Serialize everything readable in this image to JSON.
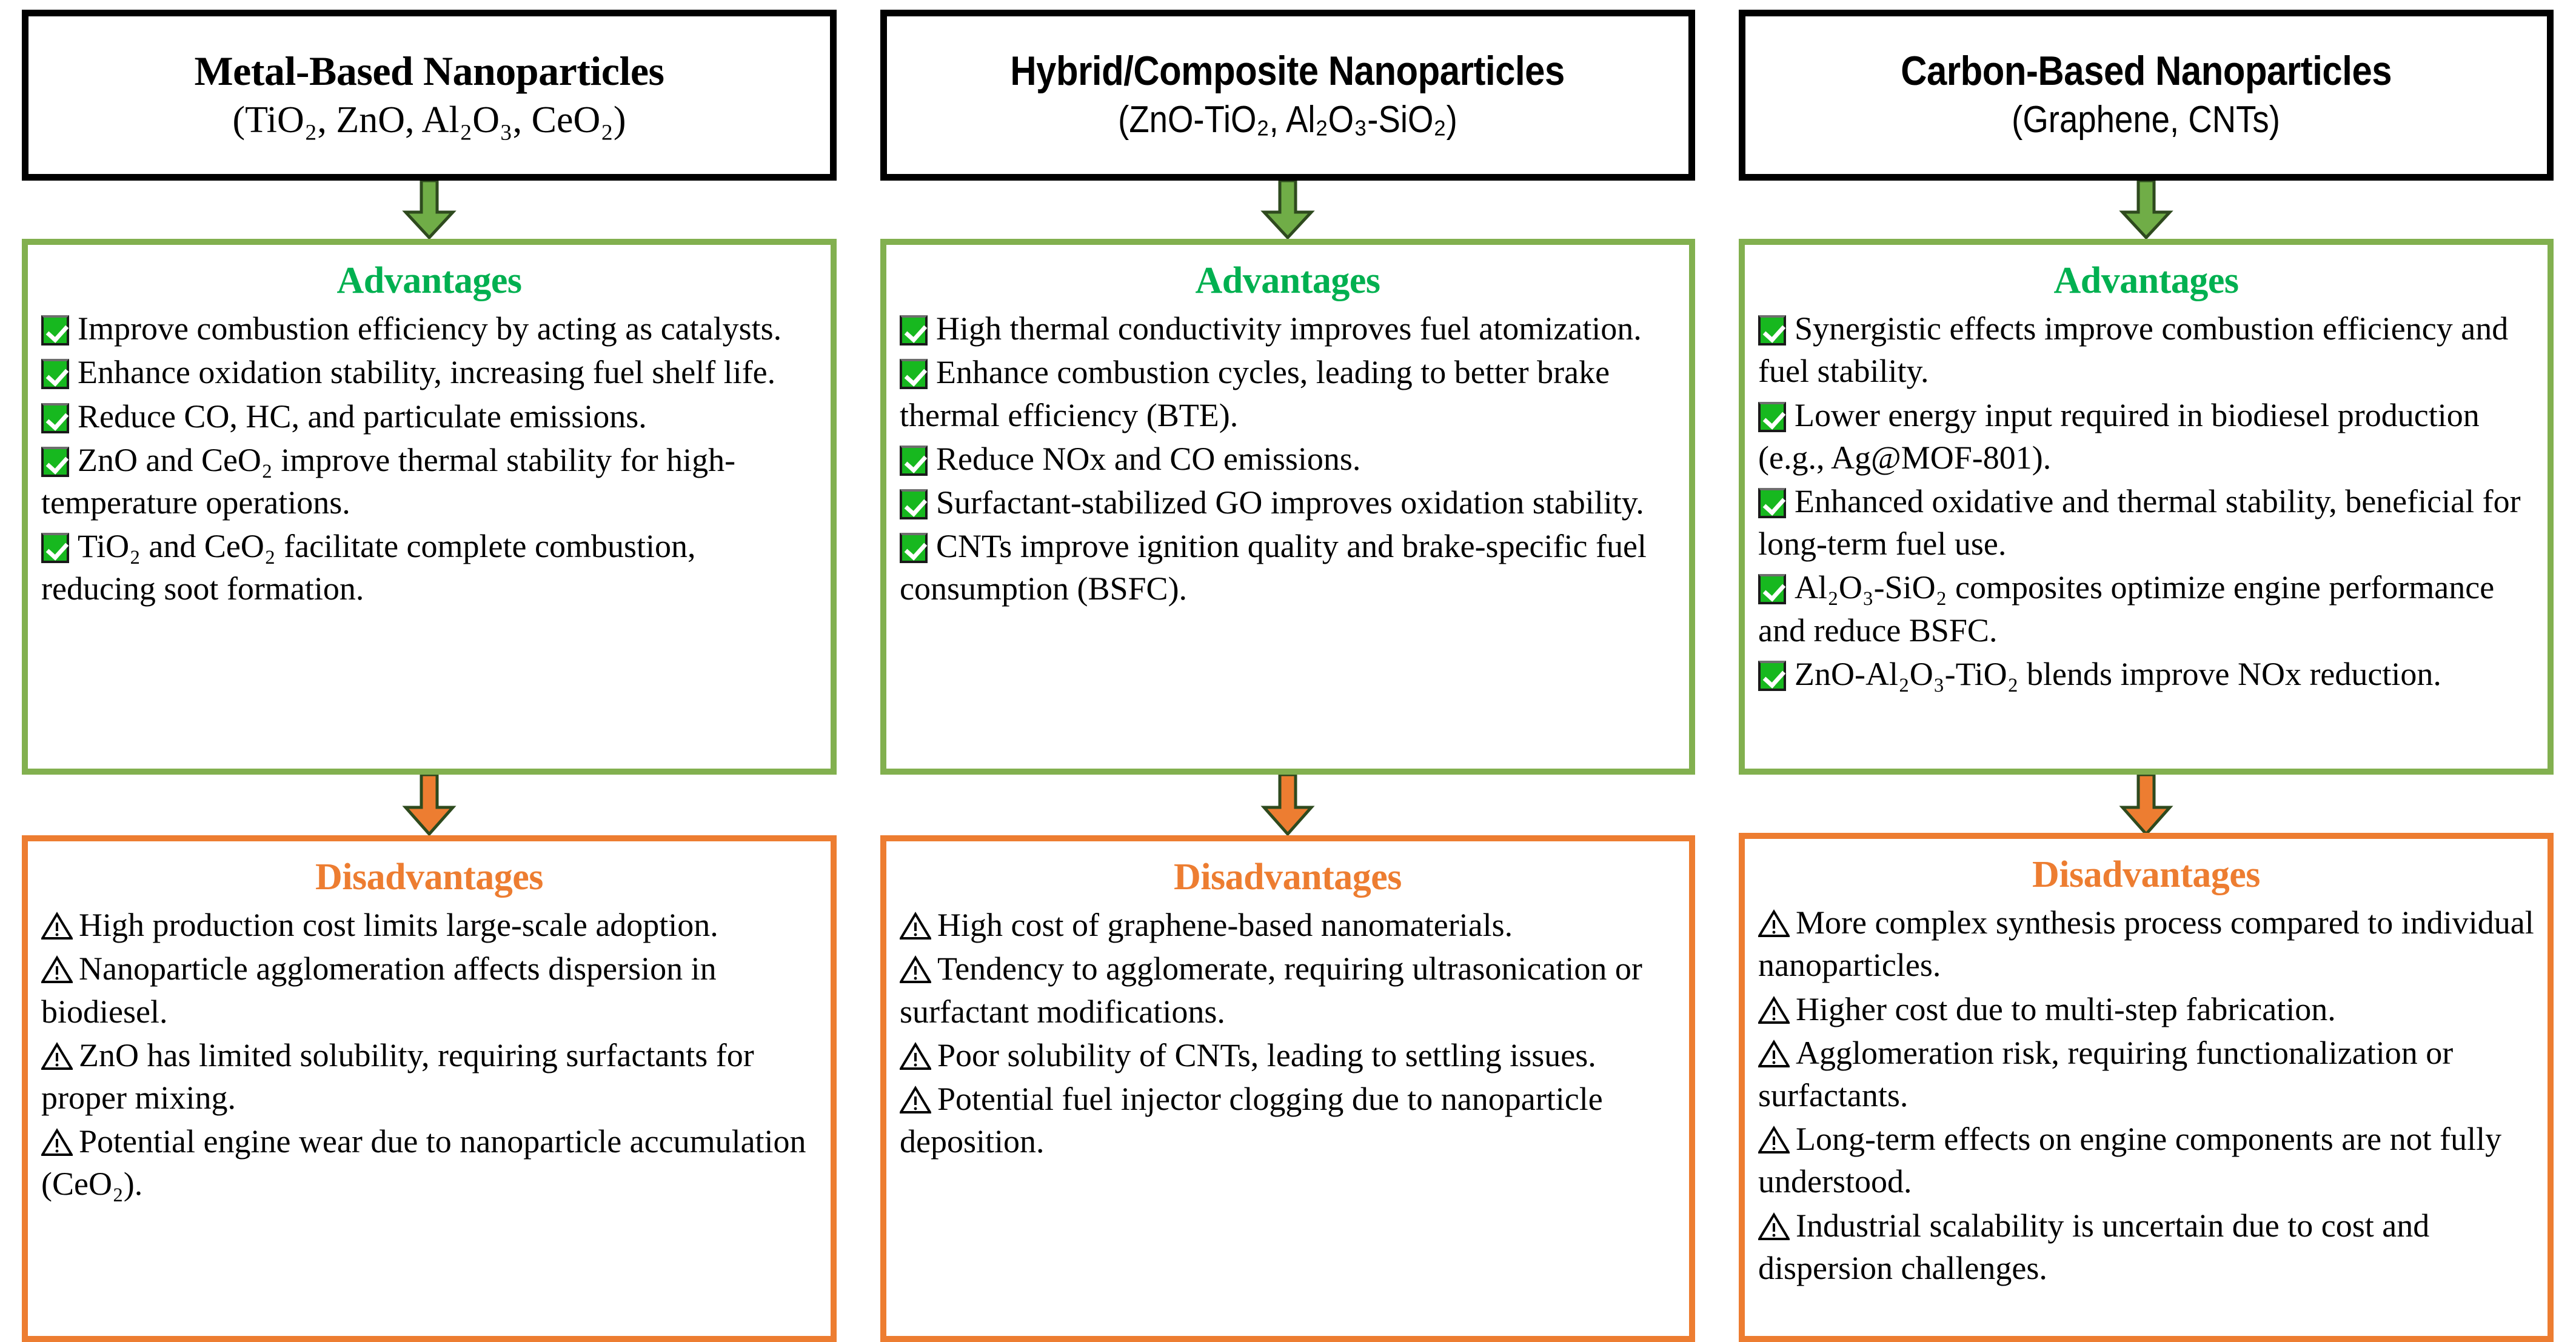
{
  "diagram": {
    "title_implicit": "Nanoparticle types: advantages and disadvantages",
    "colors": {
      "header_border": "#000000",
      "advantages_border": "#82B04F",
      "advantages_title": "#00B050",
      "disadvantages_border": "#ED7D31",
      "disadvantages_title": "#ED7D31",
      "green_arrow_fill": "#70AD47",
      "green_arrow_stroke": "#2E4A1E",
      "orange_arrow_fill": "#ED7D31",
      "orange_arrow_stroke": "#2E4A1E",
      "check_icon_fill": "#17B81F",
      "text": "#000000"
    },
    "icons": {
      "advantage_bullet": "check-icon",
      "disadvantage_bullet": "warning-triangle-icon",
      "connector_top": "down-arrow-icon",
      "connector_bottom": "down-arrow-icon"
    }
  },
  "columns": [
    {
      "id": "metal-based",
      "header": {
        "title": "Metal-Based Nanoparticles",
        "subtitle": "(TiO₂, ZnO, Al₂O₃, CeO₂)"
      },
      "advantages": {
        "title": "Advantages",
        "items": [
          "Improve combustion efficiency by acting as catalysts.",
          "Enhance oxidation stability, increasing fuel shelf life.",
          "Reduce CO, HC, and particulate emissions.",
          "ZnO and CeO₂ improve thermal stability for high-temperature operations.",
          "TiO₂ and CeO₂ facilitate complete combustion, reducing soot formation."
        ]
      },
      "disadvantages": {
        "title": "Disadvantages",
        "items": [
          "High production cost limits large-scale adoption.",
          "Nanoparticle agglomeration affects dispersion in biodiesel.",
          "ZnO has limited solubility, requiring surfactants for proper mixing.",
          "Potential engine wear due to nanoparticle accumulation (CeO₂)."
        ]
      }
    },
    {
      "id": "hybrid-composite",
      "header": {
        "title": "Hybrid/Composite Nanoparticles",
        "subtitle": "(ZnO-TiO₂, Al₂O₃-SiO₂)"
      },
      "advantages": {
        "title": "Advantages",
        "items": [
          "High thermal conductivity improves fuel atomization.",
          "Enhance combustion cycles, leading to better brake thermal efficiency (BTE).",
          "Reduce NOx and CO emissions.",
          "Surfactant-stabilized GO improves oxidation stability.",
          "CNTs improve ignition quality and brake-specific fuel consumption (BSFC)."
        ]
      },
      "disadvantages": {
        "title": "Disadvantages",
        "items": [
          "High cost of graphene-based nanomaterials.",
          "Tendency to agglomerate, requiring ultrasonication or surfactant modifications.",
          "Poor solubility of CNTs, leading to settling issues.",
          "Potential fuel injector clogging due to nanoparticle deposition."
        ]
      }
    },
    {
      "id": "carbon-based",
      "header": {
        "title": "Carbon-Based Nanoparticles",
        "subtitle": "(Graphene, CNTs)"
      },
      "advantages": {
        "title": "Advantages",
        "items": [
          "Synergistic effects improve combustion efficiency and fuel stability.",
          "Lower energy input required in biodiesel production (e.g., Ag@MOF-801).",
          "Enhanced oxidative and thermal stability, beneficial for long-term fuel use.",
          "Al₂O₃-SiO₂ composites optimize engine performance and reduce BSFC.",
          "ZnO-Al₂O₃-TiO₂ blends improve NOx reduction."
        ]
      },
      "disadvantages": {
        "title": "Disadvantages",
        "items": [
          "More complex synthesis process compared to individual nanoparticles.",
          "Higher cost due to multi-step fabrication.",
          "Agglomeration risk, requiring functionalization or surfactants.",
          "Long-term effects on engine components are not fully understood.",
          "Industrial scalability is uncertain due to cost and dispersion challenges."
        ]
      }
    }
  ]
}
